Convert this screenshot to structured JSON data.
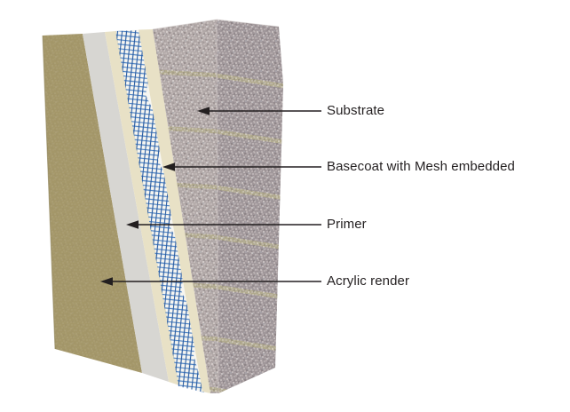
{
  "diagram": {
    "type": "layered-wall-render-system-cutaway",
    "labels": [
      {
        "id": "substrate",
        "text": "Substrate"
      },
      {
        "id": "basecoat_mesh",
        "text": "Basecoat with Mesh embedded"
      },
      {
        "id": "primer",
        "text": "Primer"
      },
      {
        "id": "acrylic_render",
        "text": "Acrylic render"
      }
    ],
    "icons": {
      "leader_arrow": "left-filled-arrowhead"
    },
    "colors": {
      "background": "#ffffff",
      "acrylic_render": "#a49769",
      "acrylic_render_edge": "#8b7f55",
      "primer": "#d7d6d2",
      "basecoat": "#e8e1c6",
      "mesh_backing": "#f7f6f1",
      "mesh_blue": "#4d82c2",
      "mesh_blue_dark": "#2a5da3",
      "substrate_front": "#b1a8a7",
      "substrate_side": "#a0979a",
      "mortar": "#b3ab8e",
      "leader": "#231f20",
      "label_text": "#231f20"
    }
  }
}
